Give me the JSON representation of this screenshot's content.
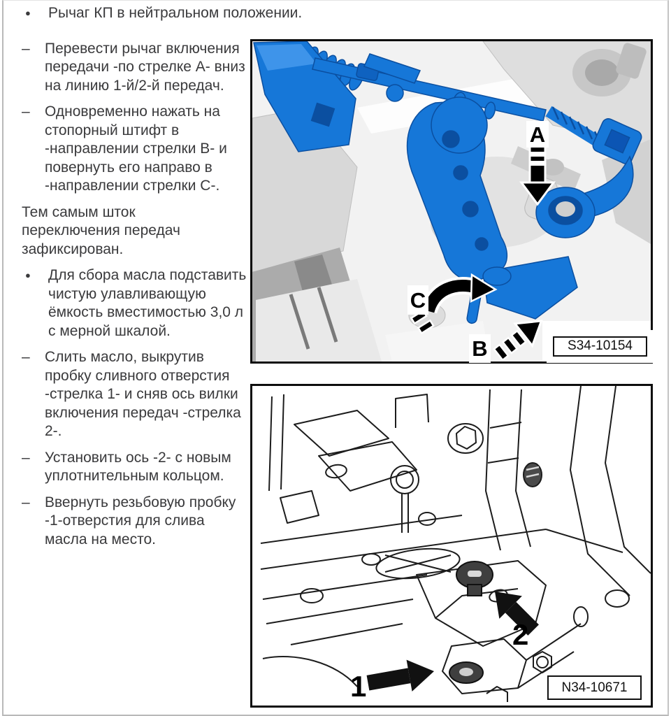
{
  "page": {
    "background": "#ffffff",
    "border_color": "#b9b9b9",
    "text_color": "#3a3a3c"
  },
  "instructions": [
    {
      "marker": "bullet",
      "text": "Рычаг КП в нейтральном положении."
    },
    {
      "marker": "dash",
      "text": "Перевести рычаг включения передачи -по стрелке A- вниз на линию 1-й/2-й передач."
    },
    {
      "marker": "dash",
      "text": "Одновременно нажать на стопорный штифт в -направлении стрелки B- и повернуть его направо в -направлении стрелки C-."
    },
    {
      "marker": "none",
      "text": "Тем самым шток переключения передач зафиксирован."
    },
    {
      "marker": "bullet",
      "text": "Для сбора масла подставить чистую улавливающую ёмкость вместимостью 3,0 л с мерной шкалой."
    },
    {
      "marker": "dash",
      "text": "Слить масло, выкрутив пробку сливного отверстия -стрелка 1- и сняв ось вилки включения передач -стрелка 2-."
    },
    {
      "marker": "dash",
      "text": "Установить ось -2- с новым уплотнительным кольцом."
    },
    {
      "marker": "dash",
      "text": "Ввернуть резьбовую пробку -1-отверстия для слива масла на место."
    }
  ],
  "markers": {
    "bullet_glyph": "●",
    "dash_glyph": "–"
  },
  "figures": [
    {
      "caption": "S34-10154",
      "labels": {
        "a": "A",
        "b": "B",
        "c": "C"
      }
    },
    {
      "caption": "N34-10671",
      "labels": {
        "n1": "1",
        "n2": "2"
      }
    }
  ],
  "colors": {
    "part_highlight_blue": "#1677d8",
    "part_highlight_blue_dark": "#0b4fa0",
    "part_highlight_blue_light": "#3e94ea",
    "arrow_black": "#000000",
    "line_art_black": "#1c1c1c",
    "engine_gray": "#d8d8d8"
  }
}
